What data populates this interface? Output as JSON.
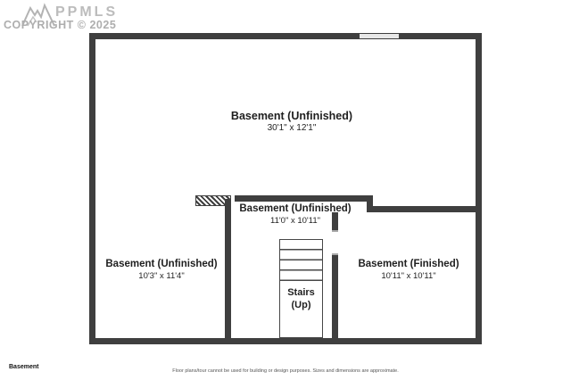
{
  "watermark": {
    "brand": "PPMLS",
    "copyright": "COPYRIGHT © 2025"
  },
  "rooms": [
    {
      "id": "basement-large",
      "name": "Basement (Unfinished)",
      "dims": "30'1\" x 12'1\""
    },
    {
      "id": "basement-middle",
      "name": "Basement (Unfinished)",
      "dims": "11'0\" x 10'11\""
    },
    {
      "id": "basement-left",
      "name": "Basement (Unfinished)",
      "dims": "10'3\" x 11'4\""
    },
    {
      "id": "basement-finished",
      "name": "Basement (Finished)",
      "dims": "10'11\" x 10'11\""
    }
  ],
  "stairs": {
    "line1": "Stairs",
    "line2": "(Up)"
  },
  "footer": {
    "floor_label": "Basement",
    "disclaimer": "Floor plans/tour cannot be used for building or design purposes. Sizes and dimensions are approximate."
  },
  "colors": {
    "wall": "#3f3f3f",
    "text": "#1f1f1f",
    "watermark": "#b3b3b3",
    "window_fill": "#e8e8e8"
  }
}
